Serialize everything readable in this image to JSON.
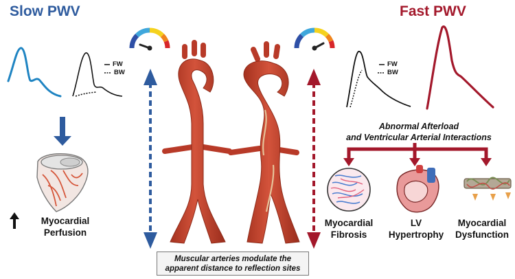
{
  "titles": {
    "slow": "Slow PWV",
    "fast": "Fast PWV"
  },
  "legend": {
    "fw": "FW",
    "bw": "BW"
  },
  "afterload": {
    "line1": "Abnormal Afterload",
    "line2": "and Ventricular Arterial Interactions"
  },
  "outcomes": {
    "perfusion": {
      "line1": "Myocardial",
      "line2": "Perfusion"
    },
    "fibrosis": {
      "line1": "Myocardial",
      "line2": "Fibrosis"
    },
    "hypertrophy": {
      "line1": "LV",
      "line2": "Hypertrophy"
    },
    "dysfunction": {
      "line1": "Myocardial",
      "line2": "Dysfunction"
    }
  },
  "caption": {
    "line1": "Muscular arteries modulate the",
    "line2": "apparent distance to reflection sites"
  },
  "colors": {
    "slow": "#2e5b9e",
    "fast": "#a3182b",
    "wave_slow": "#1f84c2",
    "artery": "#c4412e"
  },
  "icons": [
    "speedometer-icon",
    "heart-icon",
    "fibrosis-icon",
    "hypertrophy-heart-icon",
    "myocyte-dysfunction-icon"
  ]
}
